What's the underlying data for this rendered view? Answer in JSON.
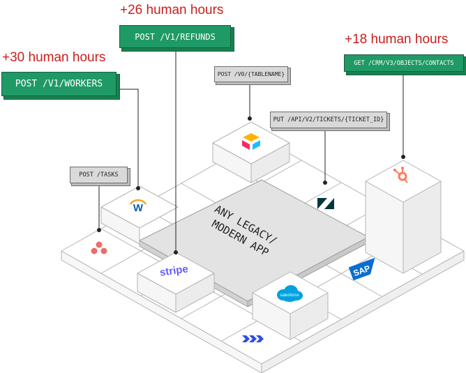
{
  "center_label": {
    "line1": "ANY LEGACY/",
    "line2": "MODERN APP"
  },
  "endpoints": {
    "workers": {
      "hours": "+30 human hours",
      "method_path": "POST /V1/WORKERS"
    },
    "refunds": {
      "hours": "+26 human hours",
      "method_path": "POST /V1/REFUNDS"
    },
    "contacts": {
      "hours": "+18 human hours",
      "method_path": "GET /CRM/V3/OBJECTS/CONTACTS"
    },
    "tablename": {
      "method_path": "POST /V0/{TABLENAME}"
    },
    "tickets": {
      "method_path": "PUT /API/V2/TICKETS/{TICKET_ID}"
    },
    "tasks": {
      "method_path": "POST /TASKS"
    }
  },
  "logos": {
    "stripe": "stripe",
    "sap": "SAP",
    "salesforce": "salesforce"
  },
  "colors": {
    "hours_red": "#c8201c",
    "green_tag": "#1f9a66",
    "grey_tag": "#d9d9d9",
    "center_tile": "#e0e0e0",
    "platform": "#ffffff",
    "stroke": "#b3b3b3"
  },
  "icons": [
    "asana-icon",
    "workday-icon",
    "stripe-icon",
    "airtable-icon",
    "zendesk-icon",
    "hubspot-icon",
    "sap-icon",
    "salesforce-icon",
    "chevrons-icon"
  ]
}
